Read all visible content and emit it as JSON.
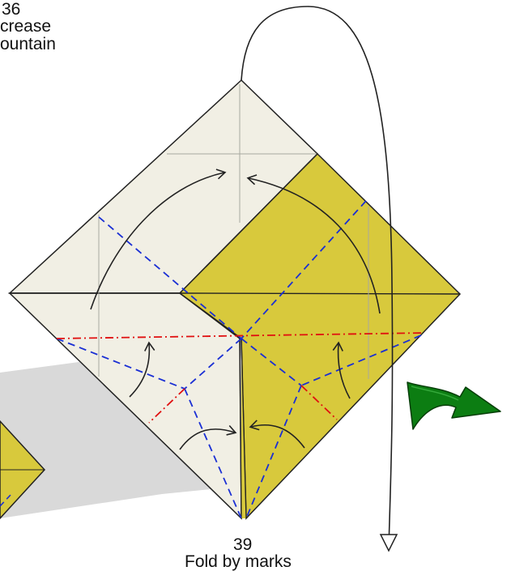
{
  "steps": [
    {
      "number": "36",
      "lines": [
        "crease",
        "ountain"
      ]
    },
    {
      "number": "39",
      "lines": [
        "Fold by marks"
      ]
    }
  ],
  "colors": {
    "paper_white": "#f1efe4",
    "paper_yellow": "#d8c93c",
    "shadow": "#d9d9d9",
    "valley_line": "#1a2fd4",
    "mountain_line": "#e01010",
    "turn_arrow": "#0c7d12",
    "outline": "#222222"
  },
  "icons": [
    "valley-fold-line",
    "mountain-fold-line",
    "turn-over-arrow",
    "fold-arrow"
  ]
}
